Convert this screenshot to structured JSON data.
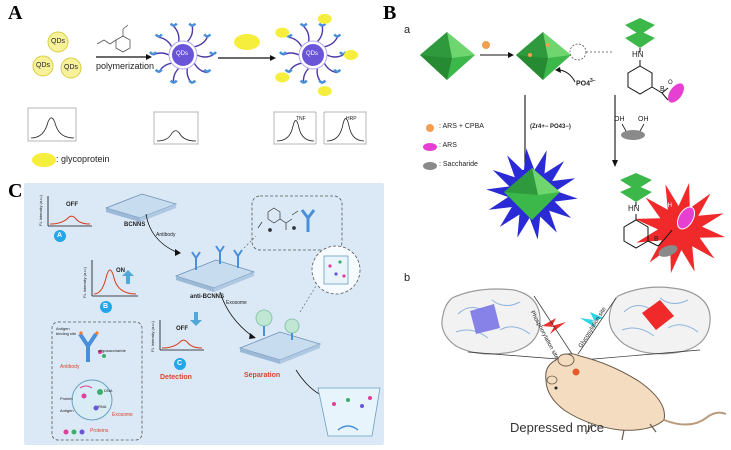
{
  "panels": {
    "A": {
      "letter": "A",
      "qd_label": "QDs",
      "arrow_label": "polymerization",
      "legend_text": ": glycoprotein",
      "spectrum_labels": [
        "TNF",
        "HRP"
      ]
    },
    "B": {
      "letter": "B",
      "sub_a": "a",
      "sub_b": "b",
      "phosphate": "PO4",
      "phosphate_charge": "3−",
      "zr_label": "(Zr4+− PO43−)",
      "hn": "HN",
      "boron": "B",
      "oxygen": "O",
      "oh": "OH",
      "legend": [
        {
          "text": ": ARS + CPBA",
          "color": "#f0a050"
        },
        {
          "text": ": ARS",
          "color": "#e83fd3"
        },
        {
          "text": ": Saccharide",
          "color": "#8a8a8a"
        }
      ],
      "phospho_site": "Phosphorylation site",
      "glyco_site": "Glycosylation site",
      "mice_label": "Depressed mice"
    },
    "C": {
      "letter": "C",
      "ylabel": "FL Intensity (a.u.)",
      "states": [
        "OFF",
        "ON",
        "OFF"
      ],
      "circles": [
        "A",
        "B",
        "C"
      ],
      "bcnns": "BCNNS",
      "antibody_step": "Antibody",
      "anti_bcnns": "anti-BCNNS",
      "exosome_step": "Exosome",
      "detection": "Detection",
      "separation": "Separation",
      "inset": {
        "antigen_site": "Antigen binding site",
        "oligosaccharide": "oligosaccharide",
        "antibody": "Antibody",
        "dna": "DNA",
        "rna": "RNA",
        "protein": "Protein",
        "antigen": "Antigen",
        "exosome": "Exosome",
        "proteins": "Proteins"
      }
    }
  },
  "colors": {
    "octahedron": "#3cb84a",
    "star_blue": "#2b2bd6",
    "star_red": "#f02a2a",
    "ars": "#e83fd3",
    "glycoprotein": "#f5ee3c",
    "antibody_blue": "#4a90d9",
    "polymer": "#4b3aa8",
    "red_accent": "#d9452b"
  }
}
